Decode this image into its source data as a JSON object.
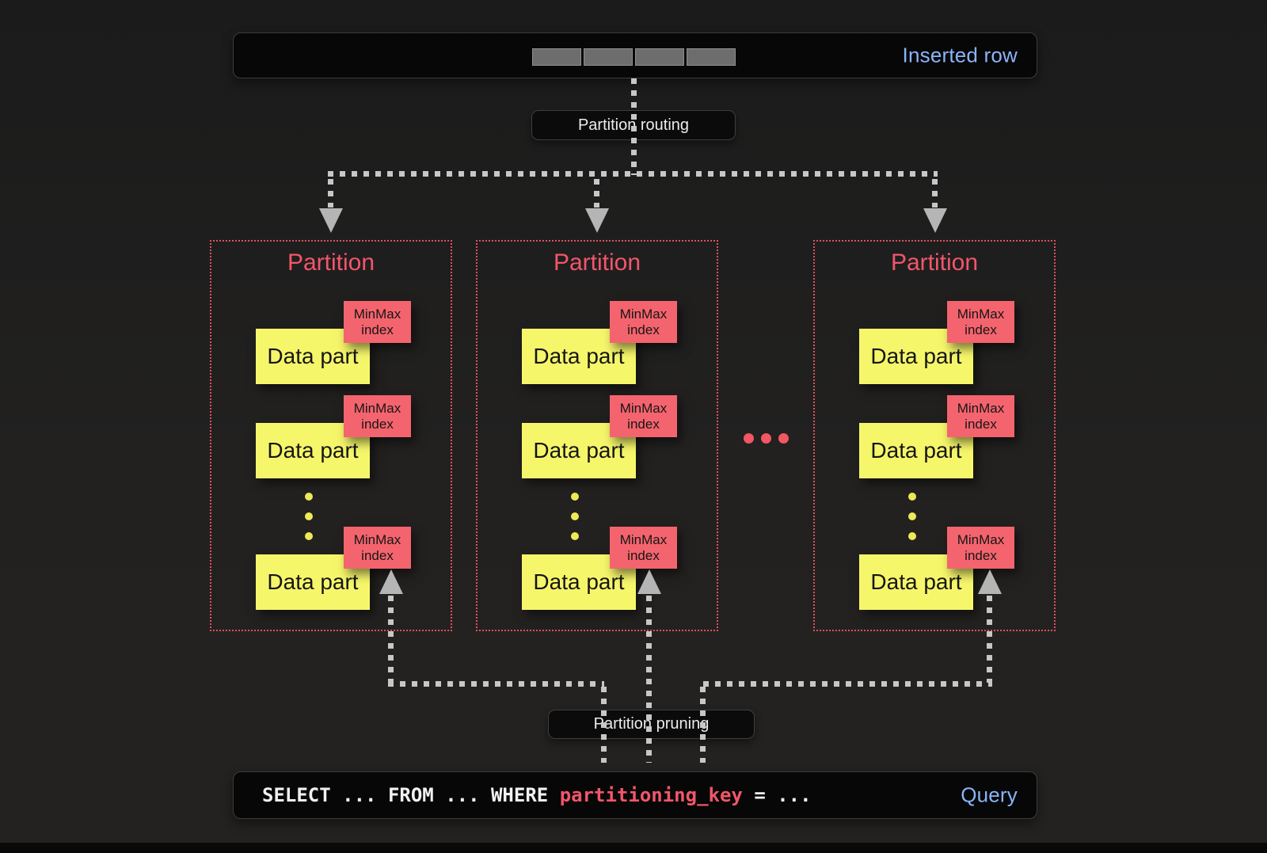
{
  "inserted_row": {
    "label": "Inserted row",
    "segment_count": 4
  },
  "labels": {
    "routing": "Partition routing",
    "pruning": "Partition pruning"
  },
  "partitions": [
    {
      "title": "Partition",
      "parts": [
        {
          "index_label": "MinMax index",
          "data_label": "Data part"
        },
        {
          "index_label": "MinMax index",
          "data_label": "Data part"
        },
        {
          "index_label": "MinMax index",
          "data_label": "Data part"
        }
      ]
    },
    {
      "title": "Partition",
      "parts": [
        {
          "index_label": "MinMax index",
          "data_label": "Data part"
        },
        {
          "index_label": "MinMax index",
          "data_label": "Data part"
        },
        {
          "index_label": "MinMax index",
          "data_label": "Data part"
        }
      ]
    },
    {
      "title": "Partition",
      "parts": [
        {
          "index_label": "MinMax index",
          "data_label": "Data part"
        },
        {
          "index_label": "MinMax index",
          "data_label": "Data part"
        },
        {
          "index_label": "MinMax index",
          "data_label": "Data part"
        }
      ]
    }
  ],
  "query": {
    "prefix": "SELECT ... FROM ... WHERE ",
    "key": "partitioning_key",
    "suffix": " = ...",
    "label": "Query"
  },
  "colors": {
    "accent_blue": "#8ab4f8",
    "accent_red": "#f2566a",
    "accent_yellow": "#f6f66b",
    "line_gray": "#c7c7c7"
  }
}
